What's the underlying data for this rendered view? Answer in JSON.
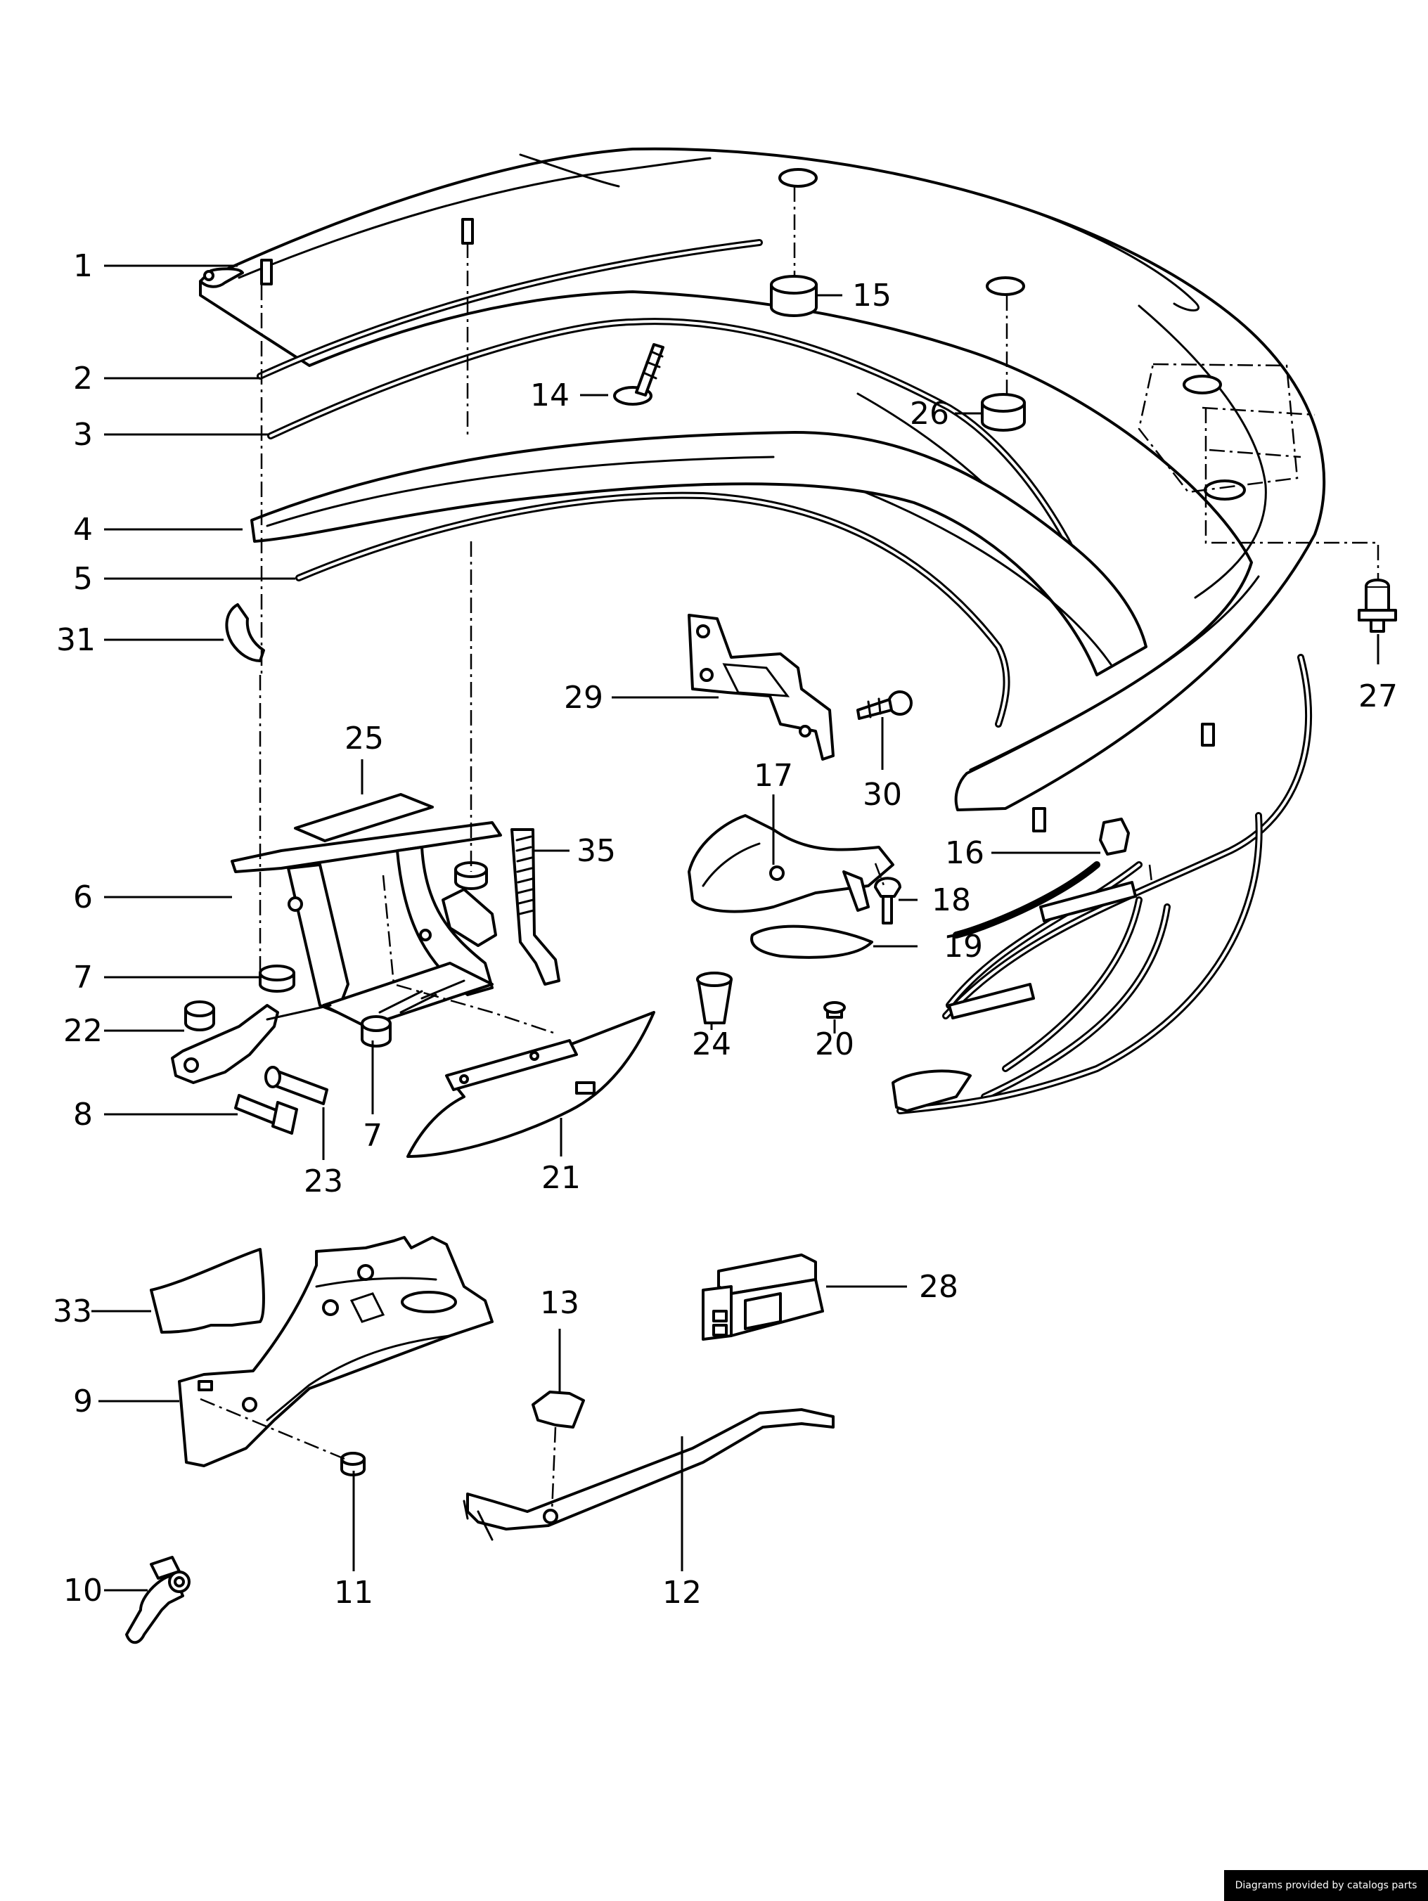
{
  "callouts": [
    {
      "id": "1",
      "label": "1"
    },
    {
      "id": "2",
      "label": "2"
    },
    {
      "id": "3",
      "label": "3"
    },
    {
      "id": "4",
      "label": "4"
    },
    {
      "id": "5",
      "label": "5"
    },
    {
      "id": "6",
      "label": "6"
    },
    {
      "id": "7a",
      "label": "7"
    },
    {
      "id": "7b",
      "label": "7"
    },
    {
      "id": "8",
      "label": "8"
    },
    {
      "id": "9",
      "label": "9"
    },
    {
      "id": "10",
      "label": "10"
    },
    {
      "id": "11",
      "label": "11"
    },
    {
      "id": "12",
      "label": "12"
    },
    {
      "id": "13",
      "label": "13"
    },
    {
      "id": "14",
      "label": "14"
    },
    {
      "id": "15",
      "label": "15"
    },
    {
      "id": "16",
      "label": "16"
    },
    {
      "id": "17",
      "label": "17"
    },
    {
      "id": "18",
      "label": "18"
    },
    {
      "id": "19",
      "label": "19"
    },
    {
      "id": "20",
      "label": "20"
    },
    {
      "id": "21",
      "label": "21"
    },
    {
      "id": "22",
      "label": "22"
    },
    {
      "id": "23",
      "label": "23"
    },
    {
      "id": "24",
      "label": "24"
    },
    {
      "id": "25",
      "label": "25"
    },
    {
      "id": "26",
      "label": "26"
    },
    {
      "id": "27",
      "label": "27"
    },
    {
      "id": "28",
      "label": "28"
    },
    {
      "id": "29",
      "label": "29"
    },
    {
      "id": "30",
      "label": "30"
    },
    {
      "id": "31",
      "label": "31"
    },
    {
      "id": "33",
      "label": "33"
    },
    {
      "id": "35",
      "label": "35"
    }
  ],
  "footer": {
    "credit": "Diagrams provided by catalogs parts"
  }
}
